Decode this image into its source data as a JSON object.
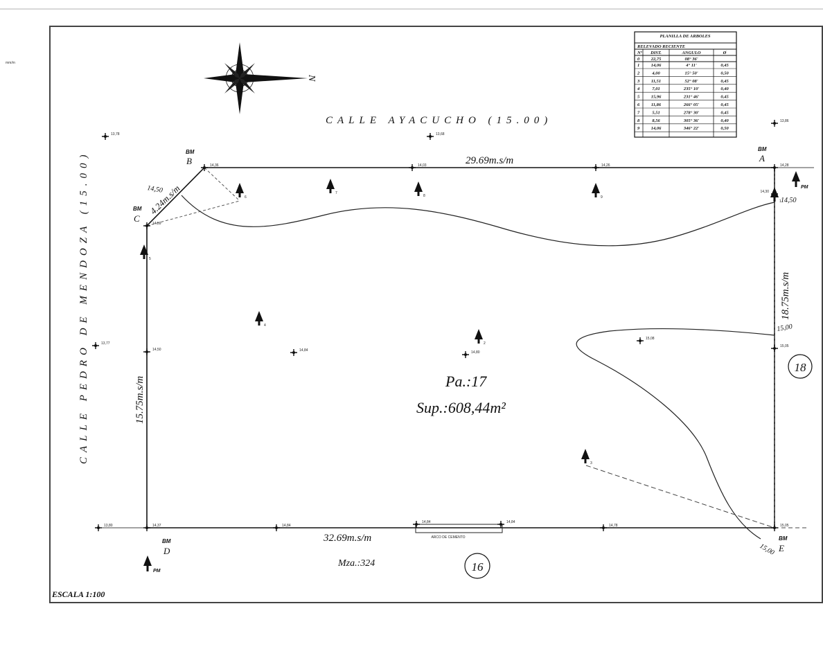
{
  "side_note": "mm/m",
  "north_label": "N",
  "streets": {
    "top": "CALLE AYACUCHO (15.00)",
    "left": "CALLE PEDRO DE MENDOZA (15.00)"
  },
  "dimensions": {
    "top": "29.69m.s/m",
    "bottom": "32.69m.s/m",
    "left": "15.75m.s/m",
    "right": "18.75m.s/m",
    "chamfer": "4.24m.s/m"
  },
  "vertices": {
    "A": {
      "bm": "BM",
      "name": "A"
    },
    "B": {
      "bm": "BM",
      "name": "B"
    },
    "C": {
      "bm": "BM",
      "name": "C"
    },
    "D": {
      "bm": "BM",
      "name": "D"
    },
    "E": {
      "bm": "BM",
      "name": "E"
    }
  },
  "parcel": {
    "number": "Pa.:17",
    "surface": "Sup.:608,44m²",
    "block": "Mza.:324"
  },
  "neighbors": {
    "right": "18",
    "bottom": "16"
  },
  "scale": "ESCALA 1:100",
  "contours": {
    "left_top": "14,50",
    "right_top": "14,50",
    "right_mid": "15,00",
    "bottom_right": "15,00"
  },
  "pm_label": "PM",
  "arco_label": "ARCO DE CEMENTO",
  "elevations": [
    "13,78",
    "13,68",
    "13,86",
    "14,28",
    "14,03",
    "14,26",
    "14,36",
    "14,59",
    "14,80",
    "15,08",
    "15,05",
    "14,84",
    "13,77",
    "13,80",
    "14,37",
    "14,50",
    "14,84",
    "14,84",
    "14,78",
    "15,05",
    "14,84",
    "14,30"
  ],
  "trees": [
    "1",
    "2",
    "3",
    "4",
    "5",
    "6",
    "7",
    "8",
    "9"
  ],
  "tree_table": {
    "title": "PLANILLA DE ARBOLES",
    "subtitle": "RELEVADO RECIENTE",
    "headers": [
      "Nº",
      "DIST.",
      "ANGULO",
      "Ø"
    ],
    "ref_row": [
      "0",
      "22,75",
      "08° 36'",
      ""
    ],
    "rows": [
      [
        "1",
        "14,06",
        "4° 11'",
        "0,45"
      ],
      [
        "2",
        "4,00",
        "15° 50'",
        "0,50"
      ],
      [
        "3",
        "11,51",
        "52° 08'",
        "0,45"
      ],
      [
        "4",
        "7,01",
        "235° 10'",
        "0,40"
      ],
      [
        "5",
        "15,96",
        "231° 46'",
        "0,45"
      ],
      [
        "6",
        "11,86",
        "266° 05'",
        "0,45"
      ],
      [
        "7",
        "5,51",
        "278° 30'",
        "0,45"
      ],
      [
        "8",
        "8,56",
        "305° 36'",
        "0,40"
      ],
      [
        "9",
        "14,06",
        "346° 22'",
        "0,50"
      ]
    ]
  }
}
